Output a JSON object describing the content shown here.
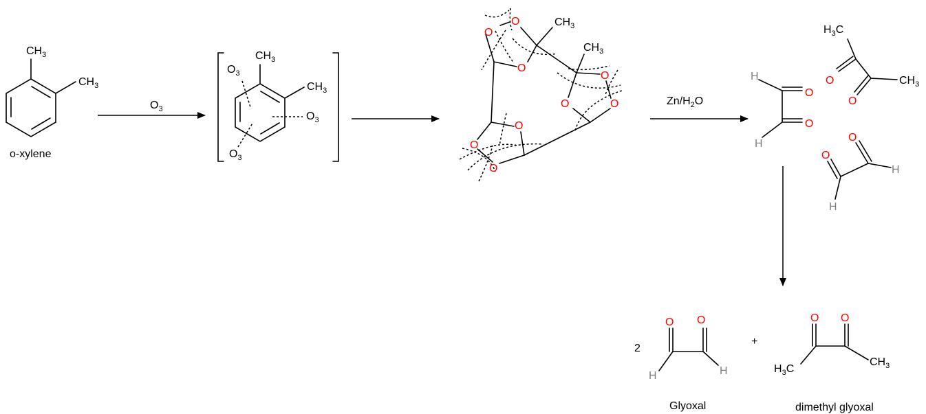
{
  "molecules": {
    "xylene": {
      "name": "o-xylene",
      "group": "CH",
      "group_sub": "3"
    },
    "ozonide_reagent": {
      "main": "O",
      "sub": "3"
    },
    "products": {
      "coefficient": "2",
      "plus": "+",
      "glyoxal_name": "Glyoxal",
      "dimethyl_glyoxal_name": "dimethyl glyoxal"
    }
  },
  "reagents": {
    "step1": {
      "main": "O",
      "sub": "3"
    },
    "step3": {
      "prefix": "Zn/H",
      "sub": "2",
      "suffix": "O"
    }
  },
  "atoms": {
    "oxygen": "O",
    "hydrogen": "H",
    "methyl": "CH",
    "methyl_left": "H",
    "methyl_sub": "3"
  },
  "colors": {
    "oxygen": "#ff0000",
    "hydrogen": "#808080",
    "bond": "#000000"
  }
}
